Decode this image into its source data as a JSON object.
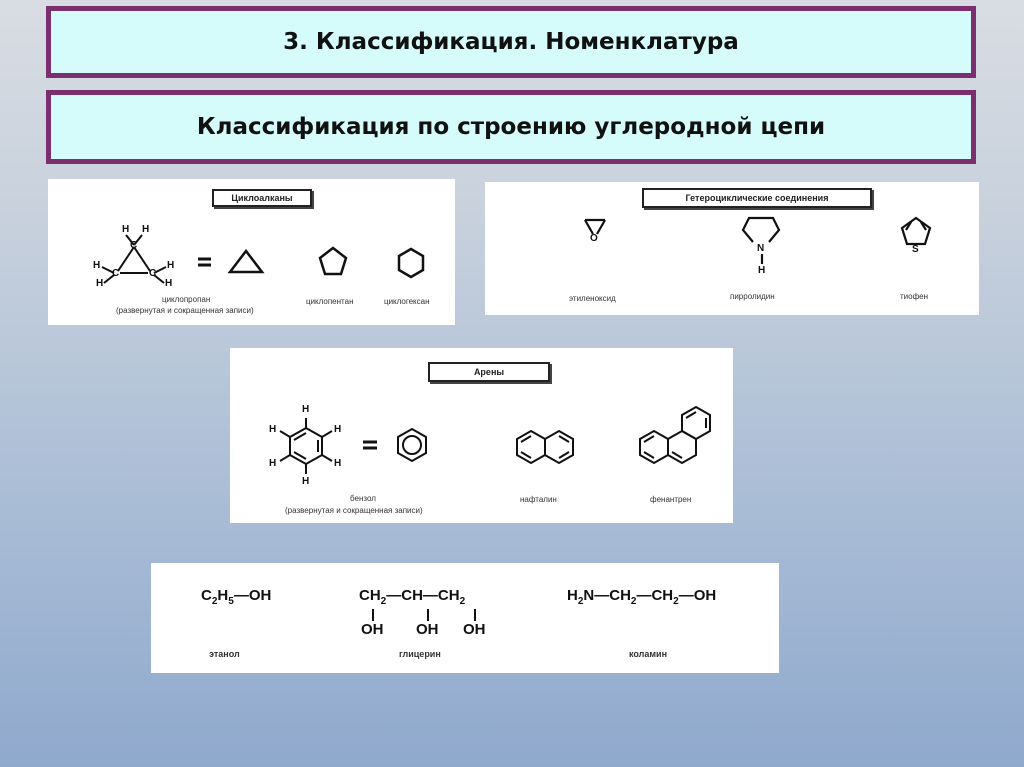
{
  "slide": {
    "title": "3. Классификация. Номенклатура",
    "subtitle": "Классификация по строению углеродной цепи"
  },
  "cycloalkanes": {
    "header": "Циклоалканы",
    "equals": "=",
    "caption_main": "циклопропан",
    "caption_note": "(развернутая и сокращенная записи)",
    "caption_pentane": "циклопентан",
    "caption_hexane": "циклогексан",
    "atom_h": "H",
    "atom_c": "C"
  },
  "heterocycles": {
    "header": "Гетероциклические соединения",
    "atom_o": "O",
    "atom_n": "N",
    "atom_h": "H",
    "atom_s": "S",
    "caption_1": "этиленоксид",
    "caption_2": "пирролидин",
    "caption_3": "тиофен"
  },
  "arenes": {
    "header": "Арены",
    "equals": "=",
    "atom_h": "H",
    "caption_benzene": "бензол",
    "caption_note": "(развернутая и сокращенная записи)",
    "caption_naphthalene": "нафталин",
    "caption_phenanthrene": "фенантрен"
  },
  "alcohols": {
    "f1_a": "C",
    "f1_sub1": "2",
    "f1_b": "H",
    "f1_sub2": "5",
    "f1_c": "—OH",
    "f2_ch2a": "CH",
    "f2_sub": "2",
    "f2_dash": "—",
    "f2_ch": "CH",
    "f2_ch2b": "CH",
    "f2_oh": "OH",
    "f3_h2n": "H",
    "f3_sub": "2",
    "f3_rest1": "N—CH",
    "f3_rest2": "—CH",
    "f3_rest3": "—OH",
    "caption_1": "этанол",
    "caption_2": "глицерин",
    "caption_3": "коламин"
  }
}
